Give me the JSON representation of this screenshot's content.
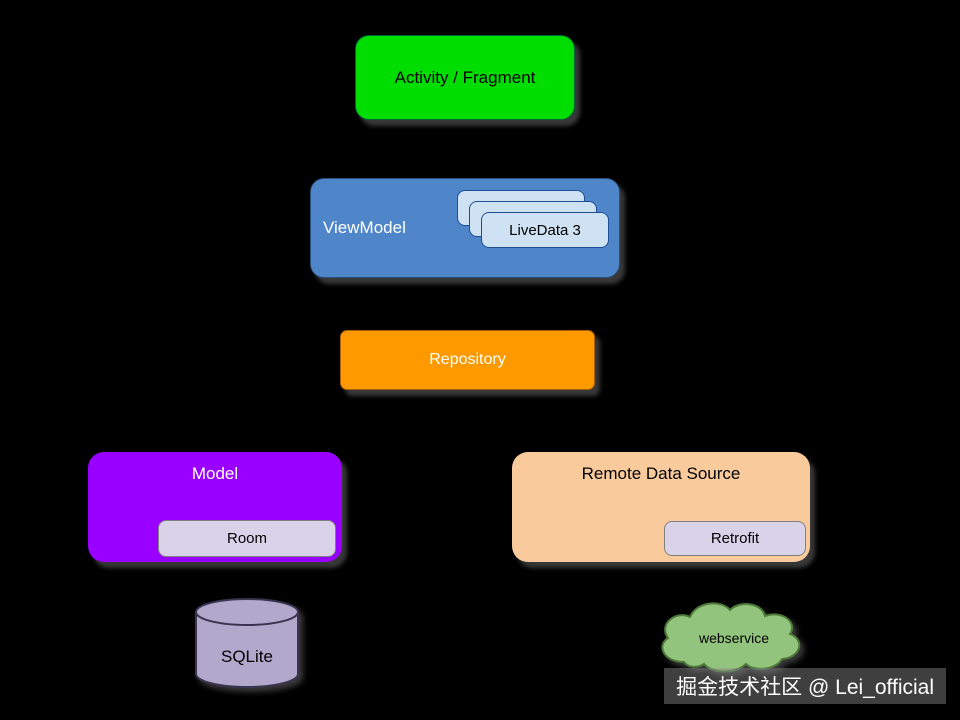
{
  "page": {
    "background": "#000000"
  },
  "nodes": {
    "activity": {
      "label": "Activity / Fragment",
      "color": "#00dd00"
    },
    "viewmodel": {
      "label": "ViewModel",
      "color": "#4f86ca",
      "livedata": {
        "label": "LiveData 3",
        "color": "#cfe2f3"
      }
    },
    "repository": {
      "label": "Repository",
      "color": "#ff9900"
    },
    "model": {
      "label": "Model",
      "color": "#9900ff",
      "room": {
        "label": "Room",
        "color": "#d9d2e9"
      }
    },
    "remote": {
      "label": "Remote Data Source",
      "color": "#f9cb9c",
      "retrofit": {
        "label": "Retrofit",
        "color": "#d9d2e9"
      }
    },
    "sqlite": {
      "label": "SQLite",
      "color": "#b2a8cc"
    },
    "webservice": {
      "label": "webservice",
      "color": "#93c47d"
    }
  },
  "watermark": {
    "text": "掘金技术社区 @ Lei_official"
  }
}
